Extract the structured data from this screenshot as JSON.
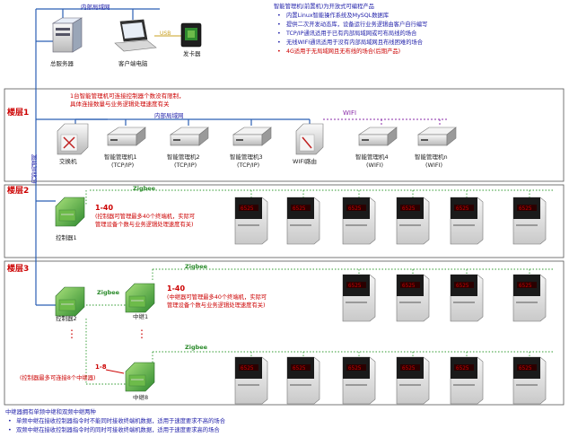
{
  "notes": {
    "heading": "智能管理机(前置机)为开放式可编程产品",
    "items": [
      "内置Linux智能操作系统及MySQL数据库",
      "提供二次开发动态库，设备运行业务逻辑由客户自行编写",
      "TCP/IP通讯适用于已有内部局域网或可布局线的场合",
      "无线WIFI通讯适用于没有内部局域网且布线困难的场合",
      "4G适用于无局域网且无布线的场合(后期产品)"
    ]
  },
  "top": {
    "lan_label": "内部局域网",
    "server_label": "总服务器",
    "client_label": "客户端电脑",
    "usb_label": "USB",
    "card_issuer_label": "发卡器",
    "vertical_lan_label": "内部局域网"
  },
  "floor1": {
    "label": "楼层1",
    "note_line1": "1台智能管理机可连接控制器个数没有限制，",
    "note_line2": "具体连接数量与业务逻辑处理速度有关",
    "lan_label": "内部局域网",
    "wifi_label": "WIFI",
    "switch_label": "交换机",
    "wifi_router_label": "WIFI路由",
    "managers": [
      {
        "name": "智能管理机1",
        "mode": "(TCP/IP)"
      },
      {
        "name": "智能管理机2",
        "mode": "(TCP/IP)"
      },
      {
        "name": "智能管理机3",
        "mode": "(TCP/IP)"
      },
      {
        "name": "智能管理机4",
        "mode": "(WIFI)"
      },
      {
        "name": "智能管理机n",
        "mode": "(WIFI)"
      }
    ]
  },
  "floor2": {
    "label": "楼层2",
    "zigbee": "Zigbee",
    "controller_label": "控制器1",
    "range": "1-40",
    "note_line1": "(控制器可管理最多40个终端机，实际可",
    "note_line2": "管理设备个数与业务逻辑处理速度有关)",
    "terminal_display": "6525"
  },
  "floor3": {
    "label": "楼层3",
    "zigbee_a": "Zigbee",
    "zigbee_b": "Zigbee",
    "zigbee_c": "Zigbee",
    "controller_label": "控制器2",
    "relay1_label": "中继1",
    "relay8_label": "中继8",
    "range": "1-40",
    "note_line1": "(中继器可管理最多40个终端机，实际可",
    "note_line2": "管理设备个数与业务逻辑处理速度有关)",
    "relay_range": "1-8",
    "relay_note": "(控制器最多可连接8个中继器)",
    "dots": "⋮"
  },
  "bottom": {
    "heading": "中继器拥有单频中继和双频中继两种",
    "items": [
      "单频中继在接收控制器指令时不能同时接收终端机数据，适用于速度要求不高的场合",
      "双频中继在接收控制器指令时的同时可接收终端机数据，适用于速度要求高的场合"
    ]
  },
  "colors": {
    "lan_line": "#2b5fb3",
    "zigbee_line": "#2f9a2f",
    "wifi_line": "#8a2aa8",
    "accent_red": "#cc0000",
    "panel_border": "#555555"
  }
}
